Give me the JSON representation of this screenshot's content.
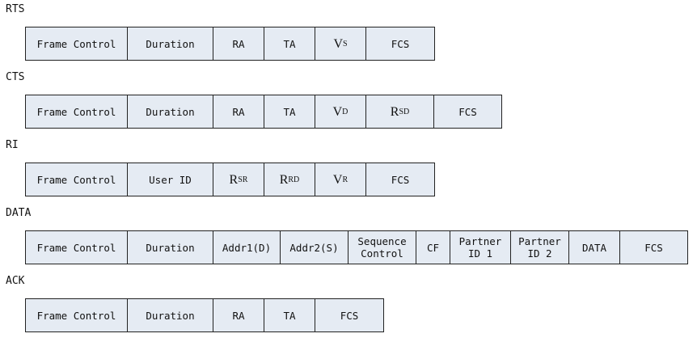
{
  "frames": [
    {
      "label": "RTS",
      "fields": [
        {
          "text": "Frame Control"
        },
        {
          "text": "Duration"
        },
        {
          "text": "RA"
        },
        {
          "text": "TA"
        },
        {
          "main": "V",
          "sub": "S"
        },
        {
          "text": "FCS"
        }
      ]
    },
    {
      "label": "CTS",
      "fields": [
        {
          "text": "Frame Control"
        },
        {
          "text": "Duration"
        },
        {
          "text": "RA"
        },
        {
          "text": "TA"
        },
        {
          "main": "V",
          "sub": "D"
        },
        {
          "main": "R",
          "sub": "SD"
        },
        {
          "text": "FCS"
        }
      ]
    },
    {
      "label": "RI",
      "fields": [
        {
          "text": "Frame Control"
        },
        {
          "text": "User ID"
        },
        {
          "main": "R",
          "sub": "SR"
        },
        {
          "main": "R",
          "sub": "RD"
        },
        {
          "main": "V",
          "sub": "R"
        },
        {
          "text": "FCS"
        }
      ]
    },
    {
      "label": "DATA",
      "fields": [
        {
          "text": "Frame Control"
        },
        {
          "text": "Duration"
        },
        {
          "text": "Addr1(D)"
        },
        {
          "text": "Addr2(S)"
        },
        {
          "text": "Sequence\nControl"
        },
        {
          "text": "CF"
        },
        {
          "text": "Partner\nID 1"
        },
        {
          "text": "Partner\nID 2"
        },
        {
          "text": "DATA"
        },
        {
          "text": "FCS"
        }
      ]
    },
    {
      "label": "ACK",
      "fields": [
        {
          "text": "Frame Control"
        },
        {
          "text": "Duration"
        },
        {
          "text": "RA"
        },
        {
          "text": "TA"
        },
        {
          "text": "FCS"
        }
      ]
    }
  ]
}
